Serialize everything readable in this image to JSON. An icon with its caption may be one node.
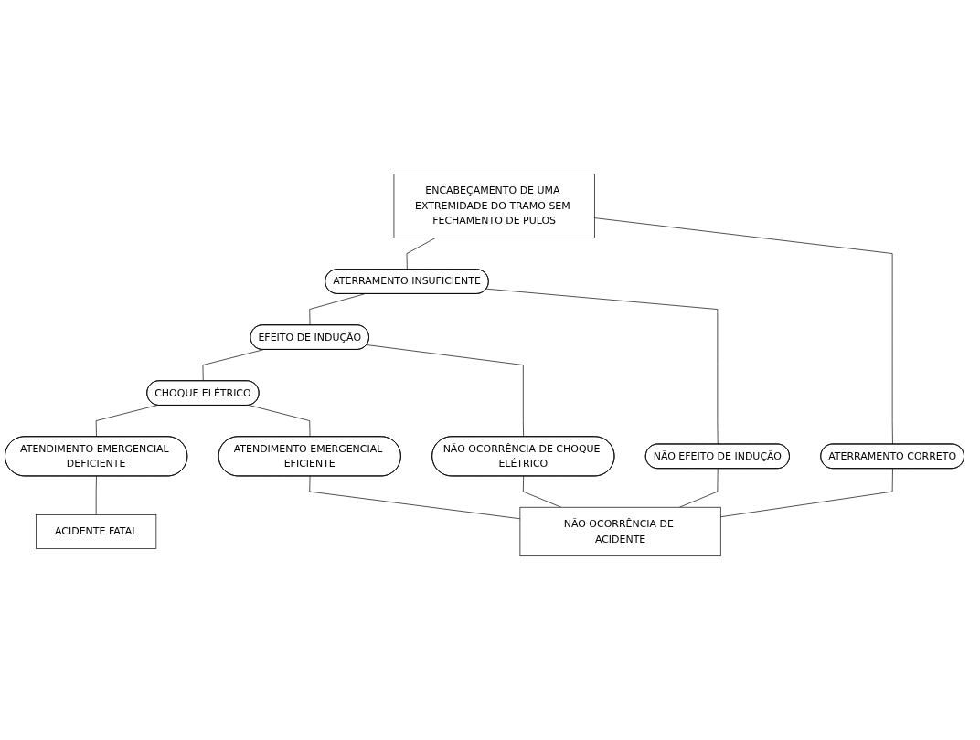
{
  "diagram": {
    "nodes": [
      {
        "text": [
          "ENCABEÇAMENTO DE UMA EXTREMIDADE DO TRAMO SEM FECHAMENTO DE PULOS"
        ]
      },
      {
        "text": [
          "ATERRAMENTO INSUFICIENTE"
        ]
      },
      {
        "text": [
          "ATERRAMENTO CORRETO"
        ]
      },
      {
        "text": [
          "EFEITO DE INDUÇÃO"
        ]
      },
      {
        "text": [
          "NÃO EFEITO DE INDUÇÃO"
        ]
      },
      {
        "text": [
          "CHOQUE ELÉTRICO"
        ]
      },
      {
        "text": [
          "NÃO OCORRÊNCIA DE CHOQUE ELÉTRICO"
        ]
      },
      {
        "text": [
          "ATENDIMENTO EMERGENCIAL DEFICIENTE"
        ]
      },
      {
        "text": [
          "ATENDIMENTO EMERGENCIAL EFICIENTE"
        ]
      },
      {
        "text": [
          "ACIDENTE FATAL"
        ]
      },
      {
        "text": [
          "NÃO OCORRÊNCIA DE ACIDENTE"
        ]
      }
    ],
    "edges": [
      {
        "from": 0,
        "to": 1,
        "arrow": "none"
      },
      {
        "from": 0,
        "to": 2,
        "arrow": "none"
      },
      {
        "from": 1,
        "to": 3,
        "arrow": "none"
      },
      {
        "from": 1,
        "to": 4,
        "arrow": "none"
      },
      {
        "from": 3,
        "to": 5,
        "arrow": "none"
      },
      {
        "from": 3,
        "to": 6,
        "arrow": "none"
      },
      {
        "from": 5,
        "to": 7,
        "arrow": "none"
      },
      {
        "from": 5,
        "to": 8,
        "arrow": "none"
      },
      {
        "from": 7,
        "to": 9,
        "arrow": "none"
      },
      {
        "from": 2,
        "to": 10,
        "arrow": "none"
      },
      {
        "from": 4,
        "to": 10,
        "arrow": "none"
      },
      {
        "from": 6,
        "to": 10,
        "arrow": "none"
      },
      {
        "from": 8,
        "to": 10,
        "arrow": "none"
      }
    ]
  }
}
